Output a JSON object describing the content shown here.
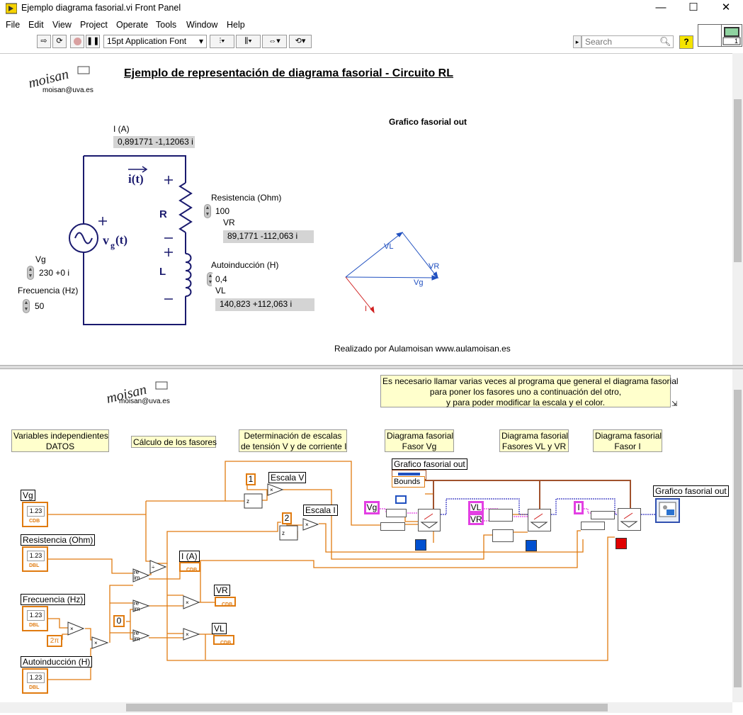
{
  "window": {
    "title": "Ejemplo diagrama fasorial.vi Front Panel",
    "min_glyph": "—",
    "max_glyph": "☐",
    "close_glyph": "✕"
  },
  "menu": [
    "File",
    "Edit",
    "View",
    "Project",
    "Operate",
    "Tools",
    "Window",
    "Help"
  ],
  "toolbar": {
    "font_select": "15pt Application Font",
    "search_placeholder": "Search",
    "help_glyph": "?",
    "icon_number": "1"
  },
  "front_panel": {
    "logo_text": "moisan",
    "logo_email": "moisan@uva.es",
    "heading": "Ejemplo de representación de diagrama fasorial - Circuito RL",
    "graph_title": "Grafico fasorial out",
    "i_label": "I (A)",
    "i_value": "0,891771 -1,12063 i",
    "circuit": {
      "it": "i(t)",
      "vg": "v",
      "vg_sub": "g",
      "vg_t": "(t)",
      "R": "R",
      "L": "L",
      "plus": "+",
      "minus": "−"
    },
    "vg_label": "Vg",
    "vg_value": "230 +0 i",
    "freq_label": "Frecuencia (Hz)",
    "freq_value": "50",
    "res_label": "Resistencia (Ohm)",
    "res_value": "100",
    "vr_label": "VR",
    "vr_value": "89,1771 -112,063 i",
    "ind_label": "Autoinducción (H)",
    "ind_value": "0,4",
    "vl_label": "VL",
    "vl_value": "140,823 +112,063 i",
    "phasor_labels": {
      "VL": "VL",
      "VR": "VR",
      "Vg": "Vg",
      "I": "I"
    },
    "footer": "Realizado por Aulamoisan www.aulamoisan.es"
  },
  "block_diagram": {
    "logo_text": "moisan",
    "logo_email": "moisan@uva.es",
    "note_main": [
      "Es necesario llamar varias veces al programa que general el diagrama fasorial",
      "para poner los fasores uno a continuación del otro,",
      "y para poder modificar la escala y el color."
    ],
    "section_notes": [
      [
        "Variables independientes",
        "DATOS"
      ],
      [
        "Cálculo de los fasores"
      ],
      [
        "Determinación de escalas",
        "de tensión V y de corriente I"
      ],
      [
        "Diagrama fasorial",
        "Fasor Vg"
      ],
      [
        "Diagrama fasorial",
        "Fasores VL y VR"
      ],
      [
        "Diagrama fasorial",
        "Fasor I"
      ]
    ],
    "terminals": {
      "vg": "Vg",
      "res": "Resistencia (Ohm)",
      "freq": "Frecuencia (Hz)",
      "ind": "Autoinducción (H)",
      "i": "I (A)",
      "vr": "VR",
      "vl": "VL",
      "graph_in": "Grafico fasorial out",
      "bounds": "Bounds",
      "graph_out": "Grafico fasorial out",
      "escala_v": "Escala V",
      "escala_i": "Escala I"
    },
    "term_types": {
      "cdb": "CDB",
      "dbl": "DBL",
      "num": "1.23"
    },
    "constants": {
      "one": "1",
      "two": "2",
      "zero": "0",
      "twopi": "2π"
    },
    "phasor_consts": {
      "vg": "Vg",
      "vl": "VL",
      "vr": "VR",
      "i": "I"
    },
    "colors": {
      "wire": "#e07b10",
      "pink": "#e33fe3",
      "blue": "#0050d0",
      "red": "#e00000",
      "cluster": "#a0522d"
    }
  }
}
